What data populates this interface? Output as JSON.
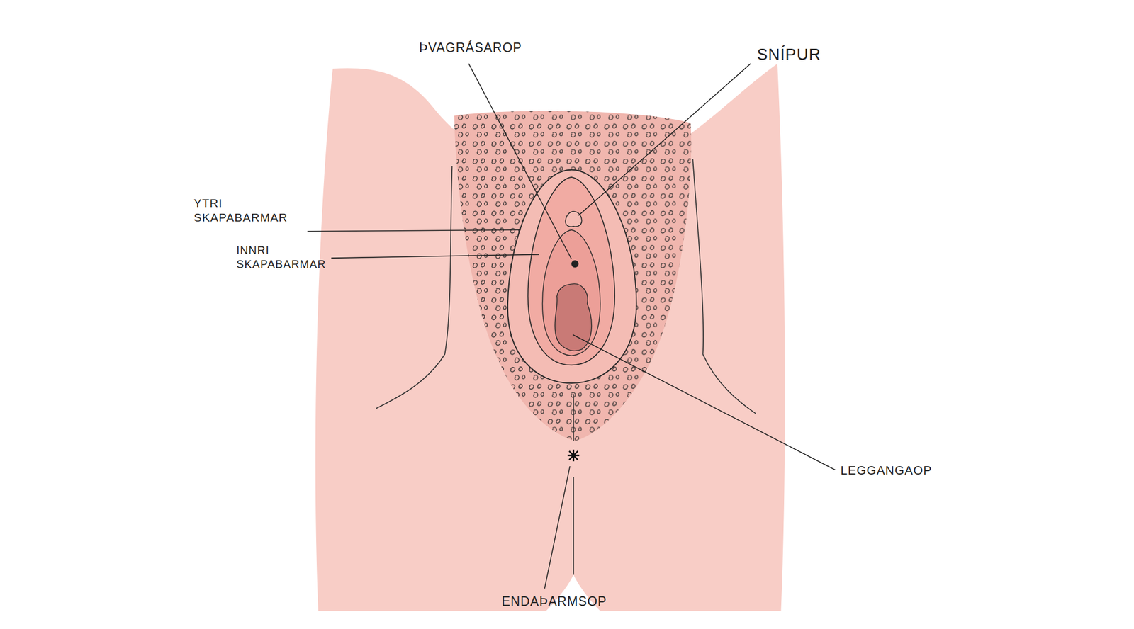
{
  "diagram": {
    "labels": [
      "ÞVAGRÁSAROP",
      "SNÍPUR",
      "YTRI SKAPABARMAR",
      "INNRI SKAPABARMAR",
      "LEGGANGAOP",
      "ENDAÞARMSOP"
    ]
  }
}
